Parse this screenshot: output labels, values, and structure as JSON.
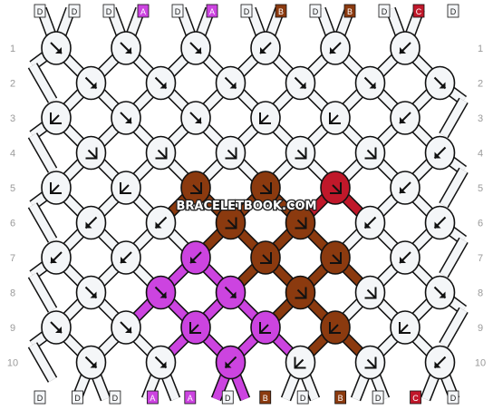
{
  "watermark": "BRACELETBOOK.COM",
  "string_letters_top": [
    "D",
    "D",
    "D",
    "A",
    "D",
    "A",
    "D",
    "B",
    "D",
    "B",
    "D",
    "C",
    "D"
  ],
  "string_letters_bottom": [
    "D",
    "D",
    "D",
    "A",
    "A",
    "D",
    "B",
    "D",
    "B",
    "D",
    "C",
    "D"
  ],
  "row_numbers": [
    "1",
    "2",
    "3",
    "4",
    "5",
    "6",
    "7",
    "8",
    "9",
    "10"
  ],
  "colors": {
    "D": "#f4f6f8",
    "A": "#cc44e0",
    "B": "#8b3a0f",
    "C": "#c0182a",
    "outline": "#111111",
    "label_text": "#9a9a9a"
  },
  "knot_rows": [
    [
      {
        "c": "D",
        "dir": "se"
      },
      {
        "c": "D",
        "dir": "se"
      },
      {
        "c": "D",
        "dir": "se"
      },
      {
        "c": "D",
        "dir": "sw"
      },
      {
        "c": "D",
        "dir": "sw"
      },
      {
        "c": "D",
        "dir": "sw"
      }
    ],
    [
      {
        "c": "D",
        "dir": "se"
      },
      {
        "c": "D",
        "dir": "se"
      },
      {
        "c": "D",
        "dir": "se"
      },
      {
        "c": "D",
        "dir": "se"
      },
      {
        "c": "D",
        "dir": "se"
      },
      {
        "c": "D",
        "dir": "se"
      }
    ],
    [
      {
        "c": "D",
        "dir": "se-back"
      },
      {
        "c": "D",
        "dir": "se"
      },
      {
        "c": "D",
        "dir": "se"
      },
      {
        "c": "D",
        "dir": "se-back"
      },
      {
        "c": "D",
        "dir": "se-back"
      },
      {
        "c": "D",
        "dir": "sw"
      }
    ],
    [
      {
        "c": "D",
        "dir": "sw-back"
      },
      {
        "c": "D",
        "dir": "sw-back"
      },
      {
        "c": "D",
        "dir": "sw-back"
      },
      {
        "c": "D",
        "dir": "sw-back"
      },
      {
        "c": "D",
        "dir": "sw-back"
      },
      {
        "c": "D",
        "dir": "sw"
      }
    ],
    [
      {
        "c": "D",
        "dir": "se-back"
      },
      {
        "c": "D",
        "dir": "se-back"
      },
      {
        "c": "B",
        "dir": "sw-back"
      },
      {
        "c": "B",
        "dir": "sw-back"
      },
      {
        "c": "C",
        "dir": "sw-back"
      },
      {
        "c": "D",
        "dir": "sw"
      }
    ],
    [
      {
        "c": "D",
        "dir": "sw"
      },
      {
        "c": "D",
        "dir": "sw"
      },
      {
        "c": "B",
        "dir": "sw-back"
      },
      {
        "c": "B",
        "dir": "sw-back"
      },
      {
        "c": "D",
        "dir": "sw"
      },
      {
        "c": "D",
        "dir": "sw"
      }
    ],
    [
      {
        "c": "D",
        "dir": "sw"
      },
      {
        "c": "D",
        "dir": "sw"
      },
      {
        "c": "A",
        "dir": "sw"
      },
      {
        "c": "B",
        "dir": "sw-back"
      },
      {
        "c": "B",
        "dir": "sw-back"
      },
      {
        "c": "D",
        "dir": "sw"
      }
    ],
    [
      {
        "c": "D",
        "dir": "se"
      },
      {
        "c": "A",
        "dir": "se"
      },
      {
        "c": "A",
        "dir": "se"
      },
      {
        "c": "B",
        "dir": "sw-back"
      },
      {
        "c": "D",
        "dir": "sw-back"
      },
      {
        "c": "D",
        "dir": "se"
      }
    ],
    [
      {
        "c": "D",
        "dir": "se"
      },
      {
        "c": "D",
        "dir": "se"
      },
      {
        "c": "A",
        "dir": "se-back"
      },
      {
        "c": "A",
        "dir": "se-back"
      },
      {
        "c": "B",
        "dir": "se-back"
      },
      {
        "c": "D",
        "dir": "se-back"
      }
    ],
    [
      {
        "c": "D",
        "dir": "se"
      },
      {
        "c": "D",
        "dir": "se"
      },
      {
        "c": "A",
        "dir": "sw"
      },
      {
        "c": "D",
        "dir": "se-back"
      },
      {
        "c": "D",
        "dir": "sw-back"
      },
      {
        "c": "D",
        "dir": "sw"
      }
    ]
  ]
}
